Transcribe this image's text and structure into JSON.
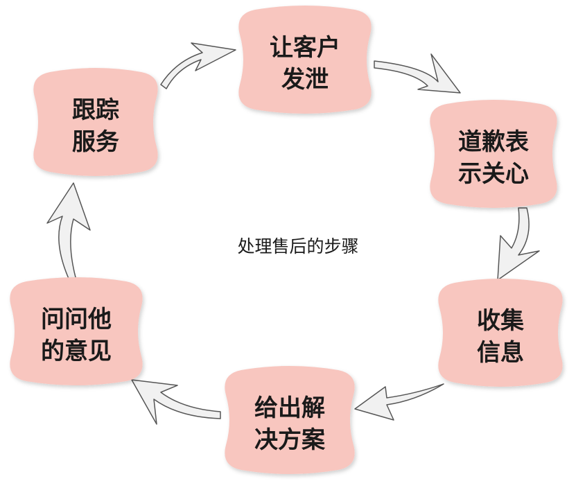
{
  "center_label": "处理售后的步骤",
  "colors": {
    "node_fill": "#f8c6bf",
    "arrow_fill": "#f1f1f1",
    "arrow_stroke": "#555555",
    "text": "#1a1a1a"
  },
  "steps": [
    {
      "line1": "让客户",
      "line2": "发泄"
    },
    {
      "line1": "道歉表",
      "line2": "示关心"
    },
    {
      "line1": "收集",
      "line2": "信息"
    },
    {
      "line1": "给出解",
      "line2": "决方案"
    },
    {
      "line1": "问问他",
      "line2": "的意见"
    },
    {
      "line1": "跟踪",
      "line2": "服务"
    }
  ]
}
